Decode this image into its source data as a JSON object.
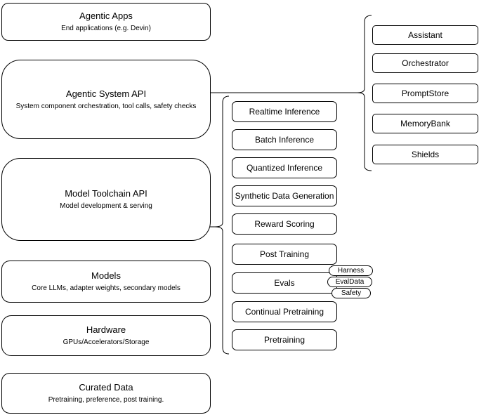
{
  "colors": {
    "stroke": "#000000",
    "fill": "#ffffff",
    "background": "#ffffff"
  },
  "left_column": [
    {
      "title": "Agentic Apps",
      "subtitle": "End applications (e.g. Devin)"
    },
    {
      "title": "Agentic System API",
      "subtitle": "System component orchestration, tool calls, safety checks"
    },
    {
      "title": "Model Toolchain API",
      "subtitle": "Model development & serving"
    },
    {
      "title": "Models",
      "subtitle": "Core LLMs, adapter weights, secondary models"
    },
    {
      "title": "Hardware",
      "subtitle": "GPUs/Accelerators/Storage"
    },
    {
      "title": "Curated Data",
      "subtitle": "Pretraining, preference, post training."
    }
  ],
  "toolchain_components": [
    "Realtime Inference",
    "Batch Inference",
    "Quantized Inference",
    "Synthetic Data Generation",
    "Reward Scoring",
    "Post Training",
    "Evals",
    "Continual Pretraining",
    "Pretraining"
  ],
  "eval_tags": [
    "Harness",
    "EvalData",
    "Safety"
  ],
  "system_components": [
    "Assistant",
    "Orchestrator",
    "PromptStore",
    "MemoryBank",
    "Shields"
  ]
}
